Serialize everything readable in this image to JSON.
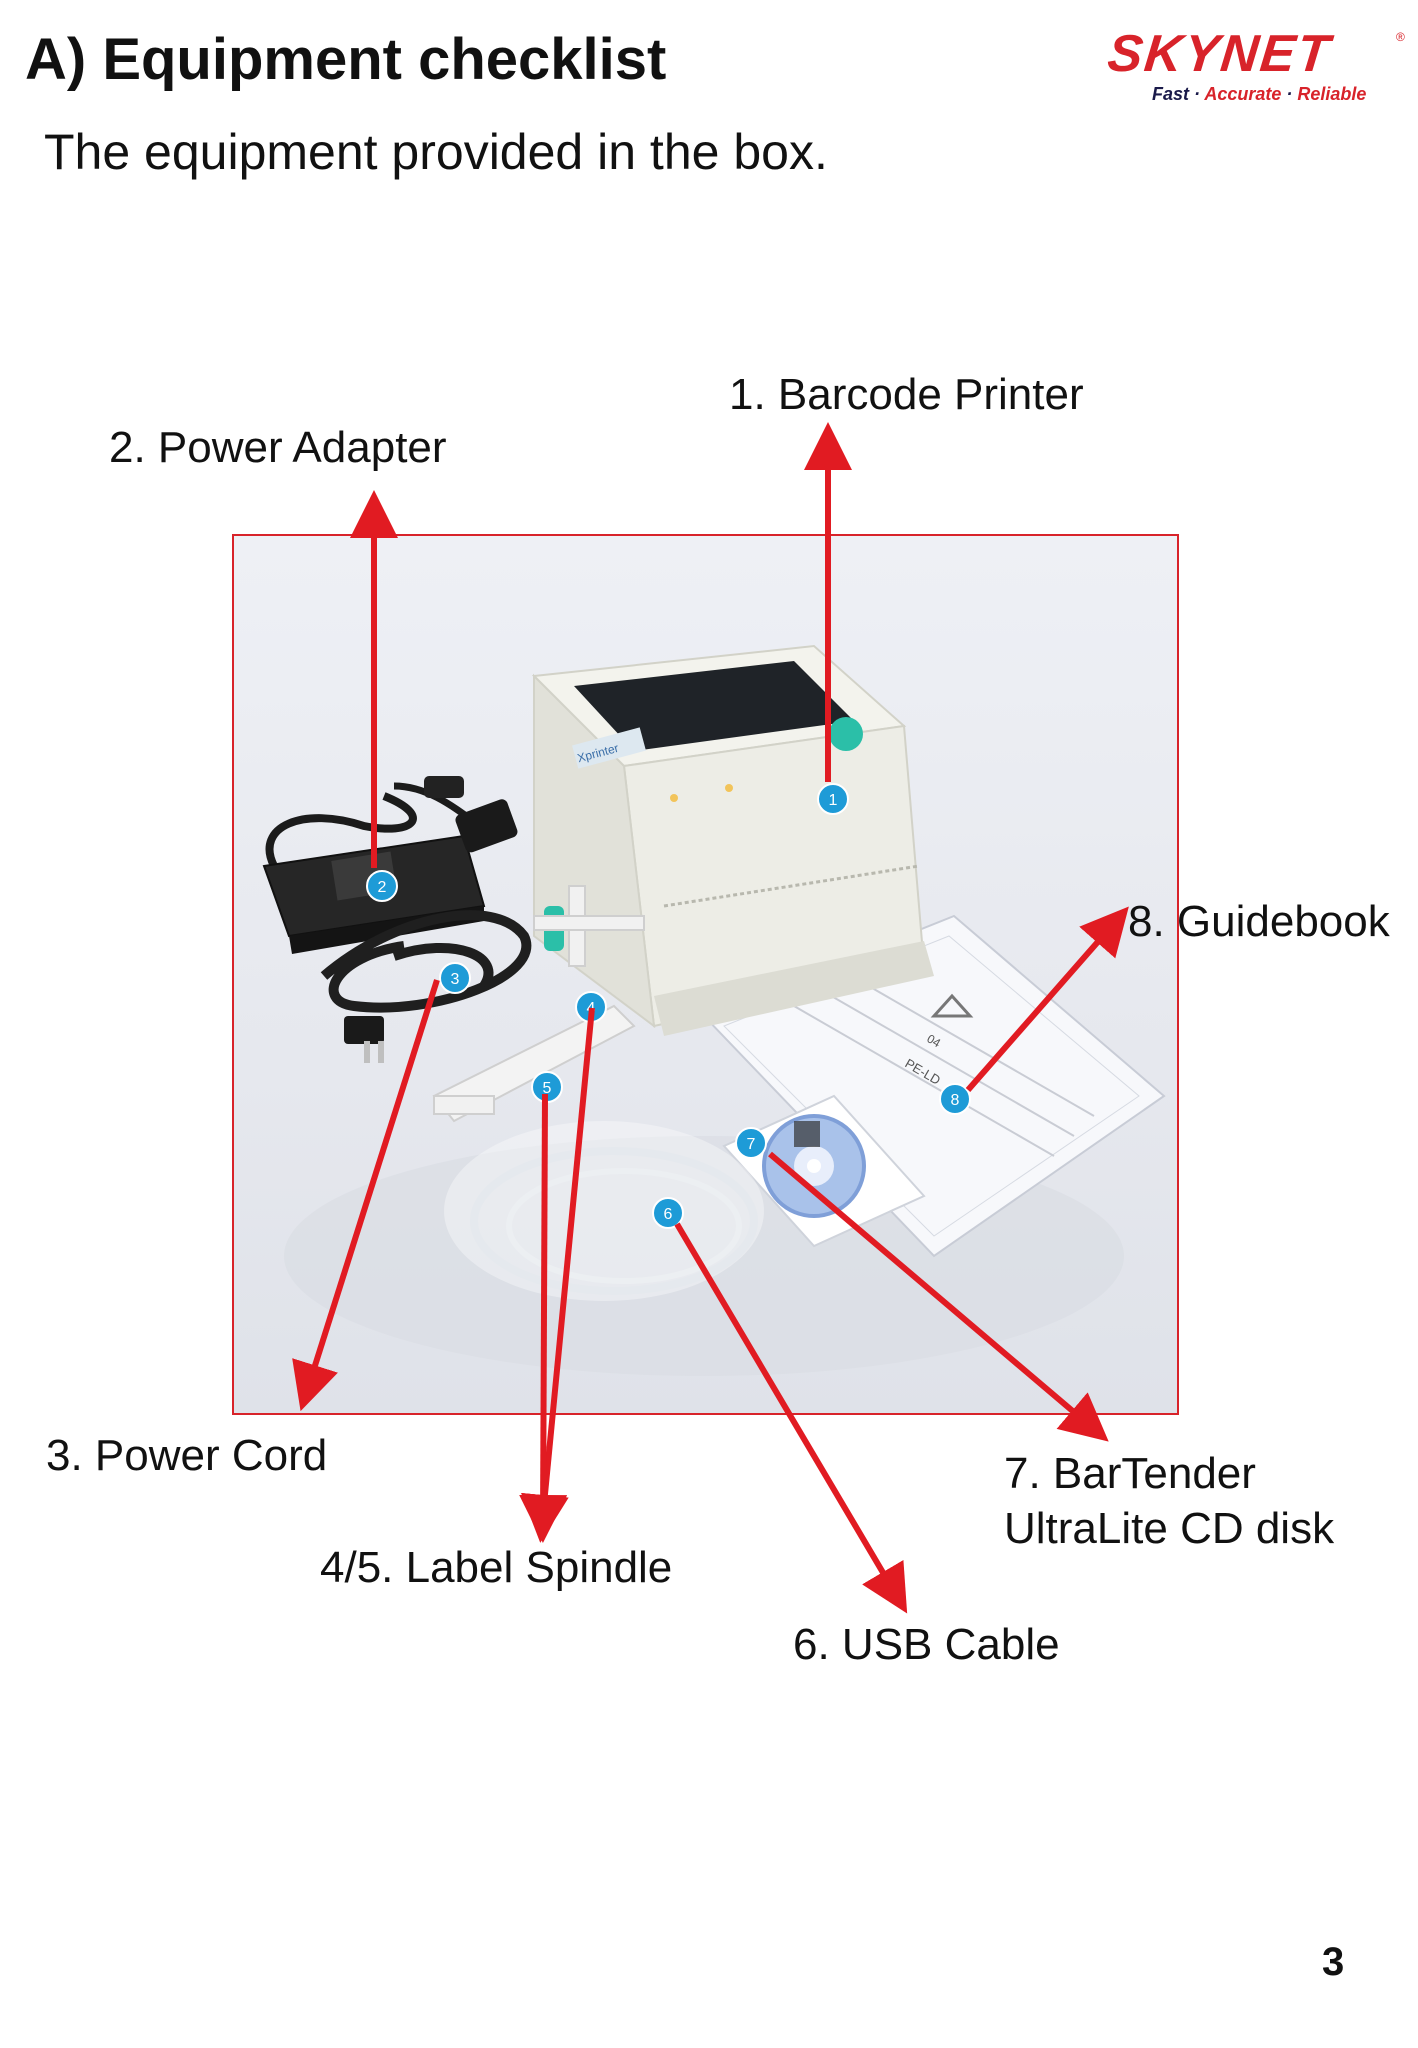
{
  "header": {
    "title": "A) Equipment checklist",
    "subtitle": "The equipment provided in the box."
  },
  "logo": {
    "word": "SKYNET",
    "tag_fast": "Fast",
    "tag_accurate": "Accurate",
    "tag_reliable": "Reliable",
    "sep": " · "
  },
  "items": {
    "barcode_printer": "1. Barcode Printer",
    "power_adapter": "2. Power Adapter",
    "power_cord": "3. Power Cord",
    "label_spindle": "4/5. Label Spindle",
    "usb_cable": "6. USB Cable",
    "bartender_line1": "7. BarTender",
    "bartender_line2": "UltraLite CD disk",
    "guidebook": "8. Guidebook"
  },
  "markers": [
    "1",
    "2",
    "3",
    "4",
    "5",
    "6",
    "7",
    "8"
  ],
  "printer_badge": "Xprinter",
  "recycle_code": "04",
  "recycle_text": "PE-LD",
  "page_number": "3",
  "colors": {
    "accent": "#d8232a",
    "marker": "#1e9bd7",
    "printer_body": "#f2f2ec",
    "teal": "#2bbfa8"
  }
}
